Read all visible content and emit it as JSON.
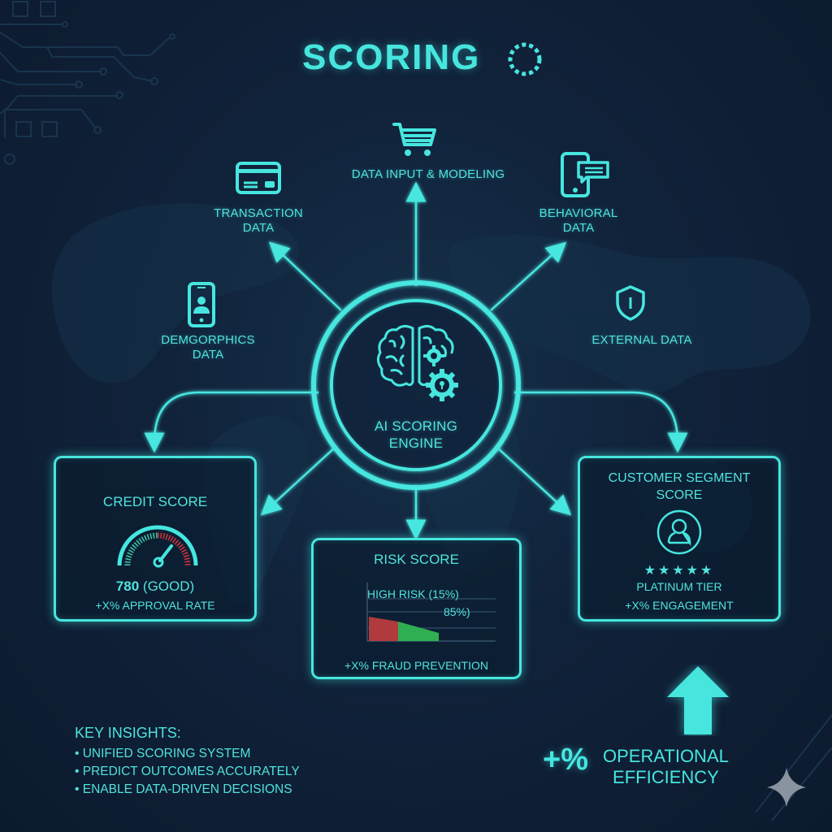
{
  "title": {
    "text": "SCORING",
    "icon": "loading-ring-icon"
  },
  "colors": {
    "accent": "#46e6df",
    "background": "#10223a",
    "risk_high": "#b03a3e",
    "risk_low": "#2fae52",
    "gauge_red": "#d8343d",
    "watermark": "#8a94a0"
  },
  "inputs": [
    {
      "id": "top",
      "icon": "shopping-cart-icon",
      "label": "DATA INPUT & MODELING"
    },
    {
      "id": "transaction",
      "icon": "credit-card-icon",
      "label_line1": "TRANSACTION",
      "label_line2": "DATA"
    },
    {
      "id": "behavioral",
      "icon": "phone-chat-icon",
      "label_line1": "BEHAVIORAL",
      "label_line2": "DATA"
    },
    {
      "id": "demographics",
      "icon": "phone-user-icon",
      "label_line1": "DEMGORPHICS",
      "label_line2": "DATA"
    },
    {
      "id": "external",
      "icon": "shield-icon",
      "label": "EXTERNAL DATA"
    }
  ],
  "engine": {
    "icon": "brain-gear-icon",
    "label_line1": "AI SCORING",
    "label_line2": "ENGINE"
  },
  "cards": {
    "credit": {
      "title": "CREDIT SCORE",
      "icon": "gauge-icon",
      "score": "780",
      "rating": "(GOOD)",
      "metric": "+X% APPROVAL RATE"
    },
    "risk": {
      "title": "RISK SCORE",
      "high_label": "HIGH RISK (15%)",
      "low_label": "85%)",
      "metric": "+X% FRAUD PREVENTION"
    },
    "segment": {
      "title_line1": "CUSTOMER SEGMENT",
      "title_line2": "SCORE",
      "icon": "user-circle-icon",
      "stars": "★★★★★",
      "tier": "PLATINUM TIER",
      "metric": "+X% ENGAGEMENT"
    }
  },
  "insights": {
    "heading": "KEY INSIGHTS:",
    "items": [
      "UNIFIED SCORING SYSTEM",
      "PREDICT OUTCOMES ACCURATELY",
      "ENABLE DATA-DRIVEN DECISIONS"
    ]
  },
  "efficiency": {
    "prefix": "+%",
    "line1": "OPERATIONAL",
    "line2": "EFFICIENCY",
    "icon": "arrow-up-icon"
  }
}
